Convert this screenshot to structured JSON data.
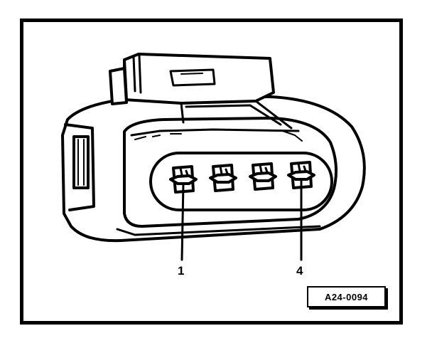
{
  "figure": {
    "callouts": [
      {
        "id": "1",
        "label": "1"
      },
      {
        "id": "4",
        "label": "4"
      }
    ],
    "reference_code": "A24-0094",
    "pin_count": 4
  }
}
